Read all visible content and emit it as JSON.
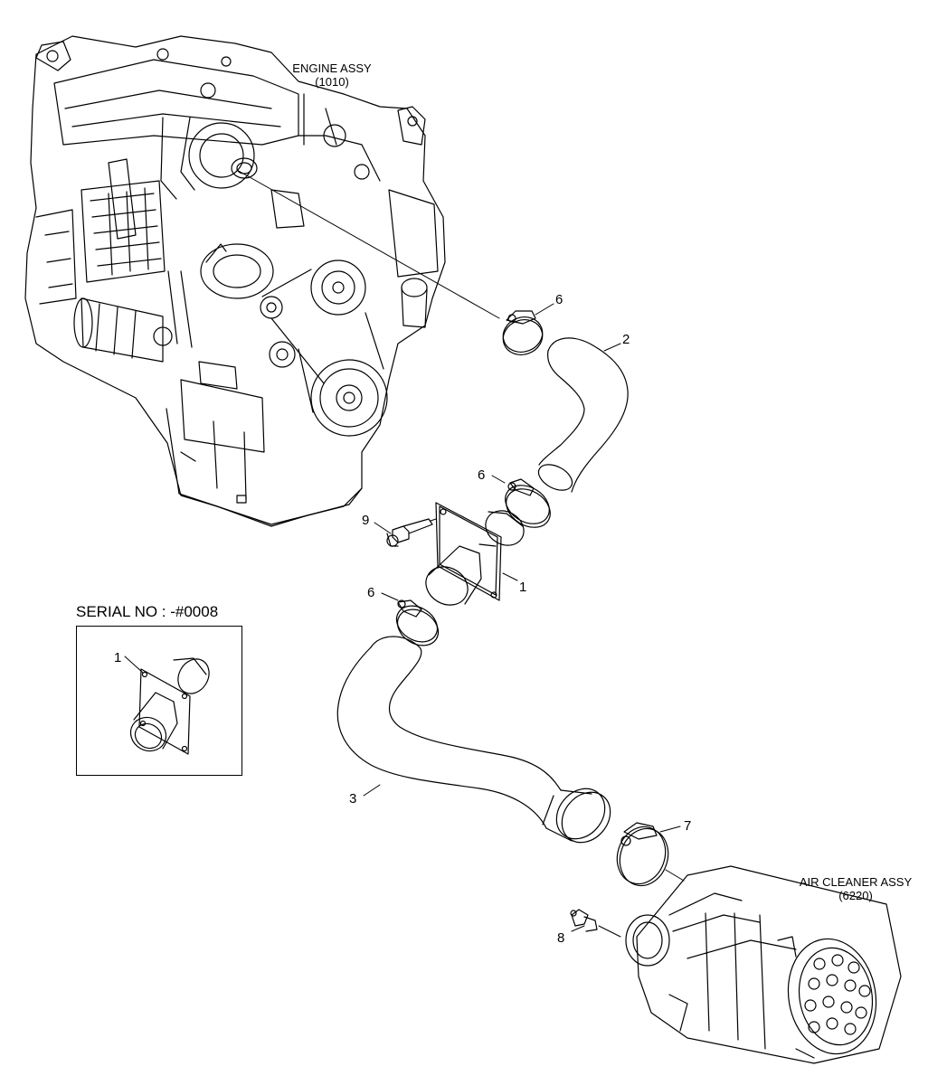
{
  "diagram": {
    "assemblies": {
      "engine": {
        "name": "ENGINE ASSY",
        "code": "(1010)"
      },
      "air_cleaner": {
        "name": "AIR CLEANER ASSY",
        "code": "(6220)"
      }
    },
    "serial_note": "SERIAL NO : -#0008",
    "callouts": {
      "c1_main": "1",
      "c1_inset": "1",
      "c2": "2",
      "c3": "3",
      "c6_top": "6",
      "c6_mid": "6",
      "c6_low": "6",
      "c7": "7",
      "c8": "8",
      "c9": "9"
    }
  }
}
